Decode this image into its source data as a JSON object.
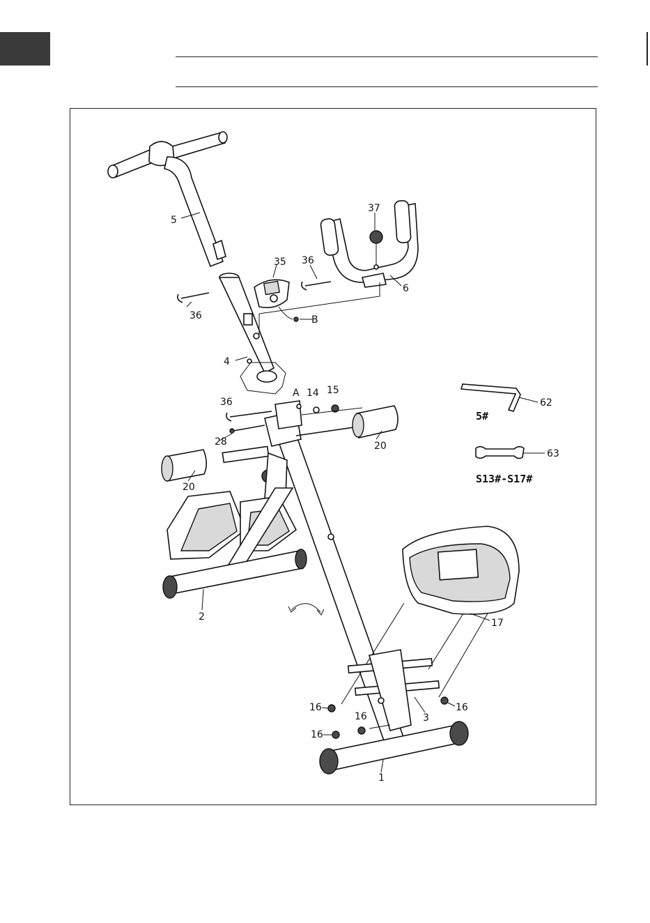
{
  "callouts": {
    "p5": "5",
    "p37": "37",
    "p35": "35",
    "p36a": "36",
    "p36b": "36",
    "p36c": "36",
    "p6": "6",
    "pB": "B",
    "p4": "4",
    "pA": "A",
    "p14": "14",
    "p15": "15",
    "p28": "28",
    "p20a": "20",
    "p20b": "20",
    "p62": "62",
    "p63": "63",
    "p2": "2",
    "p17": "17",
    "p16a": "16",
    "p16b": "16",
    "p16c": "16",
    "p16d": "16",
    "p3": "3",
    "p1": "1"
  },
  "tools": {
    "allen_key_size": "5#",
    "wrench_size": "S13#-S17#"
  }
}
